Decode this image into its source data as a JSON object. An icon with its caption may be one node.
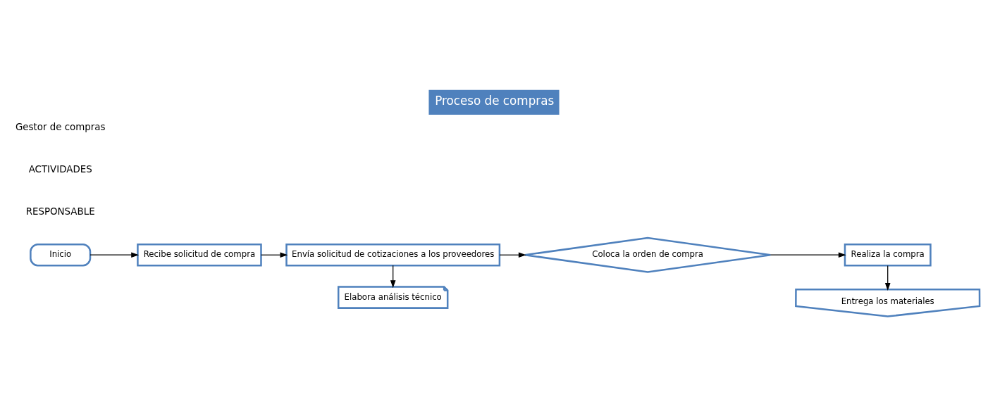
{
  "diagram": {
    "title": "Proceso de compras",
    "nodes": [
      {
        "text": [
          "Inicio"
        ]
      },
      {
        "text": [
          "Recibe solicitud de compra"
        ]
      },
      {
        "text": [
          "Envía solicitud de cotizaciones a los proveedores"
        ]
      },
      {
        "text": [
          "Elabora análisis técnico"
        ]
      },
      {
        "text": [
          "Coloca la orden de compra"
        ]
      },
      {
        "text": [
          "Realiza la compra"
        ]
      },
      {
        "text": [
          "Entrega los materiales"
        ]
      }
    ],
    "edges": [
      {
        "from": 0,
        "to": 1,
        "arrow": "to"
      },
      {
        "from": 1,
        "to": 2,
        "arrow": "to"
      },
      {
        "from": 2,
        "to": 3,
        "arrow": "to"
      },
      {
        "from": 2,
        "to": 4,
        "arrow": "to"
      },
      {
        "from": 4,
        "to": 5,
        "arrow": "to"
      },
      {
        "from": 5,
        "to": 6,
        "arrow": "to"
      }
    ],
    "labels": [
      "RESPONSABLE",
      "ACTIVIDADES",
      "Gestor de compras"
    ]
  }
}
